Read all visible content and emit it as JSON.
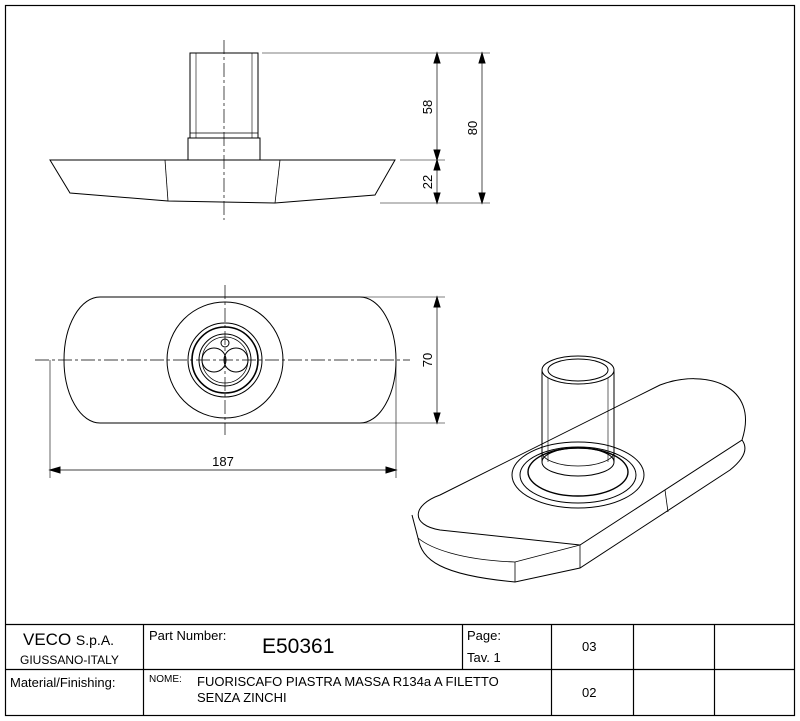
{
  "drawing": {
    "dimensions": {
      "shaft_height": "58",
      "base_height": "22",
      "total_height": "80",
      "plate_width": "70",
      "plate_length": "187"
    }
  },
  "title_block": {
    "company_name": "VECO",
    "company_suffix": "S.p.A.",
    "company_location": "GIUSSANO-ITALY",
    "part_number_label": "Part Number:",
    "part_number": "E50361",
    "page_label": "Page:",
    "table_label": "Tav. 1",
    "page_value": "03",
    "material_label": "Material/Finishing:",
    "name_label": "NOME:",
    "name_line1": "FUORISCAFO PIASTRA MASSA R134a A FILETTO",
    "name_line2": "SENZA ZINCHI",
    "revision_value": "02"
  }
}
